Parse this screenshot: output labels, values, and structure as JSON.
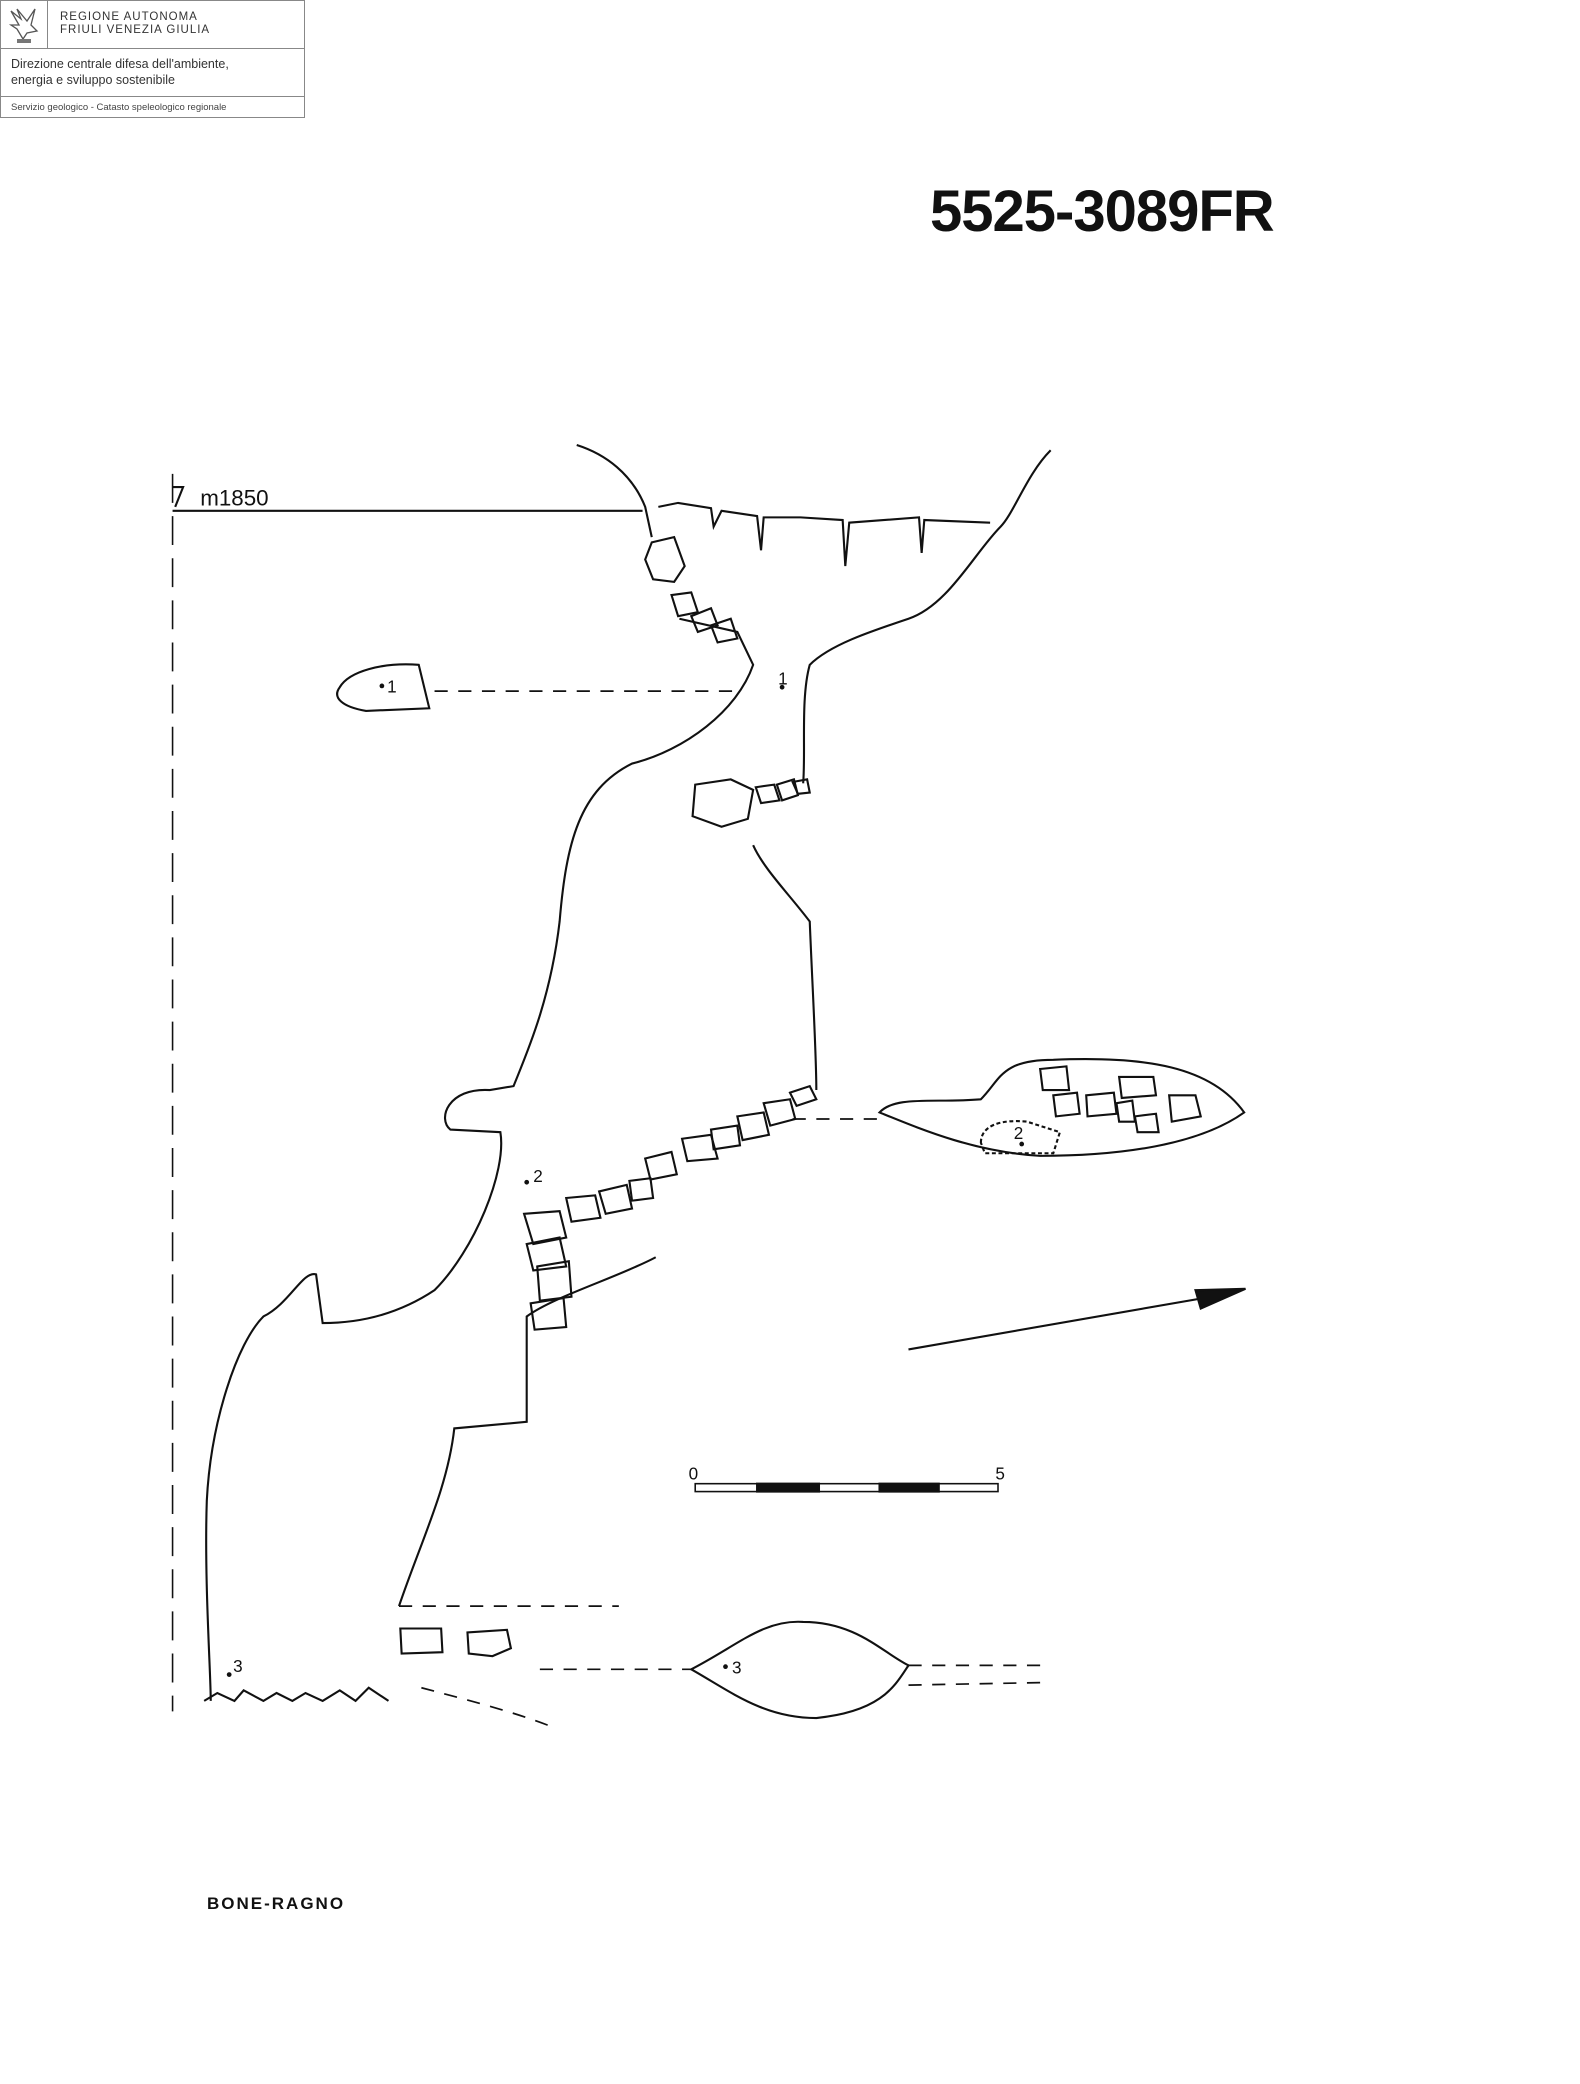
{
  "header": {
    "org_line1": "REGIONE AUTONOMA",
    "org_line2": "FRIULI VENEZIA GIULIA",
    "direction_line1": "Direzione centrale difesa dell'ambiente,",
    "direction_line2": "energia e sviluppo sostenibile",
    "service": "Servizio geologico - Catasto speleologico regionale",
    "logo_icon": "eagle-emblem-icon"
  },
  "cave_code": "5525-3089FR",
  "survey": {
    "elevation_label": "m1850",
    "stations": [
      "1",
      "1",
      "2",
      "2",
      "3",
      "3"
    ],
    "scale_start": "0",
    "scale_end": "5"
  },
  "author": "BONE-RAGNO"
}
